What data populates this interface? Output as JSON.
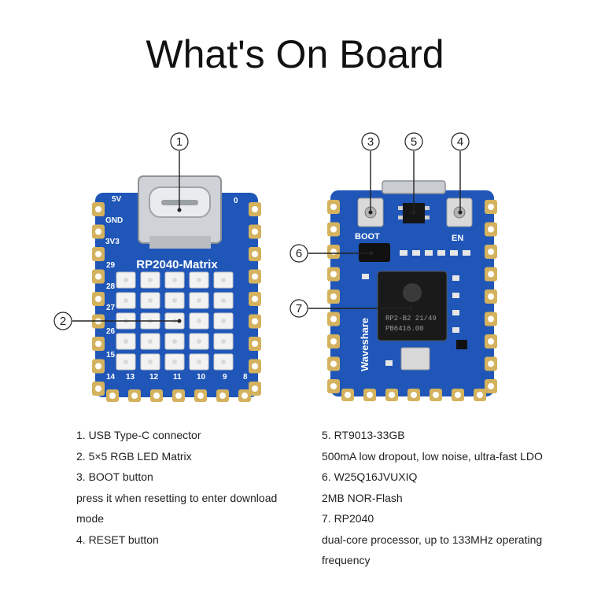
{
  "title": "What's On Board",
  "board_left": {
    "pins_left": [
      "5V",
      "GND",
      "3V3",
      "29",
      "28",
      "27",
      "26",
      "15"
    ],
    "pins_bottom": [
      "14",
      "13",
      "12",
      "11",
      "10",
      "9",
      "8"
    ],
    "pin_top_right": "0",
    "silkscreen": "RP2040-Matrix"
  },
  "board_right": {
    "boot_label": "BOOT",
    "en_label": "EN",
    "brand": "Waveshare",
    "chip_lines": [
      "RP2-B2  21/49",
      "PB6416.00"
    ]
  },
  "callouts": [
    "1",
    "2",
    "3",
    "5",
    "4",
    "6",
    "7"
  ],
  "descriptions": {
    "left": [
      "1. USB Type-C connector",
      "2. 5×5 RGB LED Matrix",
      "3. BOOT button",
      "press it when resetting to enter download",
      "mode",
      "4. RESET button"
    ],
    "right": [
      "5. RT9013-33GB",
      "500mA low dropout, low noise, ultra-fast LDO",
      "6. W25Q16JVUXIQ",
      "2MB NOR-Flash",
      "7. RP2040",
      "dual-core processor, up to 133MHz operating",
      "frequency"
    ]
  },
  "colors": {
    "pcb": "#1f56b8",
    "pad": "#d4b25e",
    "silk": "#ffffff"
  }
}
